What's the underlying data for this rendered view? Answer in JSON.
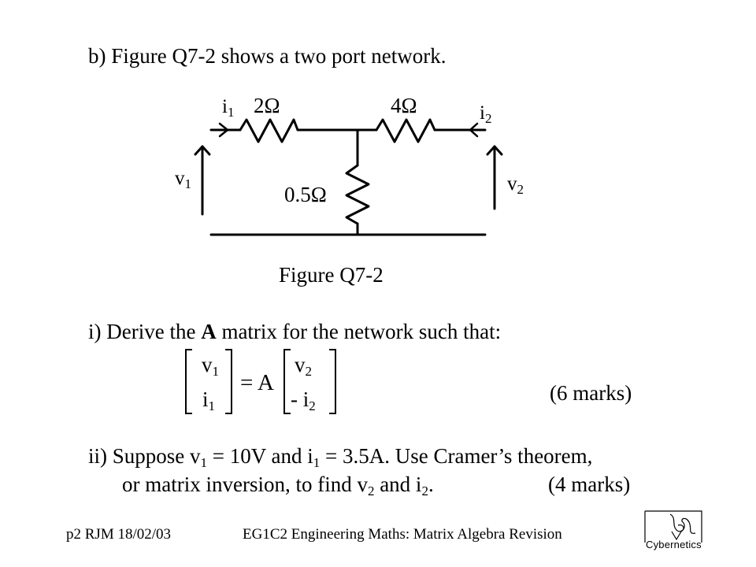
{
  "question_heading": "b) Figure Q7-2 shows a two port network.",
  "figure": {
    "caption": "Figure Q7-2",
    "labels": {
      "i1": "i",
      "i1_sub": "1",
      "i2": "i",
      "i2_sub": "2",
      "v1": "v",
      "v1_sub": "1",
      "v2": "v",
      "v2_sub": "2",
      "r_left": "2Ω",
      "r_right": "4Ω",
      "r_shunt": "0.5Ω"
    }
  },
  "part_i": {
    "prefix": "i)  Derive the ",
    "bold": "A",
    "suffix": " matrix for the network such that:",
    "marks": "(6 marks)",
    "equation": {
      "lhs_top": "v",
      "lhs_top_sub": "1",
      "lhs_bottom": "i",
      "lhs_bottom_sub": "1",
      "equals": "= A",
      "rhs_top": "v",
      "rhs_top_sub": "2",
      "rhs_bottom": "- i",
      "rhs_bottom_sub": "2"
    }
  },
  "part_ii": {
    "line1_a": "ii) Suppose v",
    "line1_sub1": "1",
    "line1_b": " = 10V and i",
    "line1_sub2": "1",
    "line1_c": " = 3.5A. Use Cramer’s theorem,",
    "line2_a": "or matrix inversion, to find v",
    "line2_sub1": "2",
    "line2_b": " and i",
    "line2_sub2": "2",
    "line2_c": ".",
    "marks": "(4 marks)"
  },
  "footer": {
    "page_info": "p2 RJM  18/02/03",
    "course_title": "EG1C2 Engineering Maths: Matrix Algebra Revision",
    "logo_text": "Cybernetics"
  }
}
